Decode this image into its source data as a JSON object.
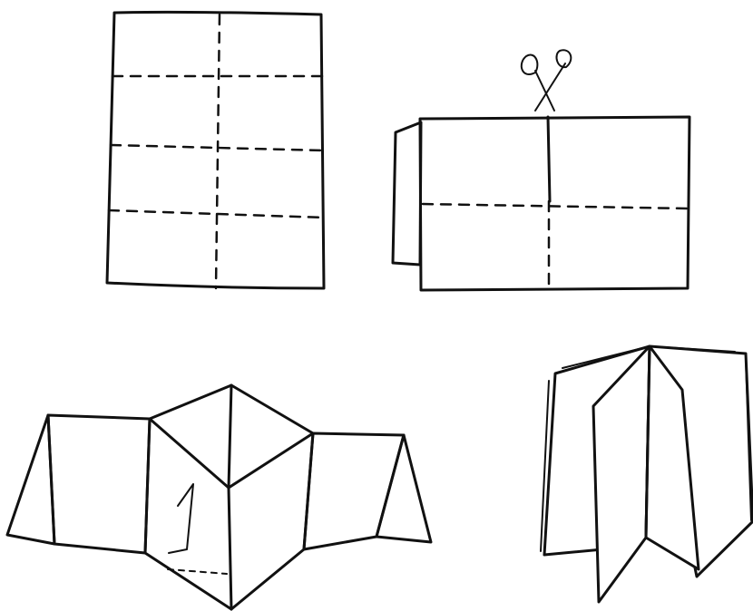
{
  "diagram": {
    "steps": [
      {
        "id": 1,
        "name": "sheet-with-fold-lines"
      },
      {
        "id": 2,
        "name": "folded-sheet-cut-center"
      },
      {
        "id": 3,
        "name": "zigzag-pushed-fold"
      },
      {
        "id": 4,
        "name": "finished-booklet"
      }
    ],
    "page_number_label": "1",
    "icons": [
      "scissors-icon"
    ],
    "ink_color": "#111111",
    "background_color": "#ffffff"
  }
}
